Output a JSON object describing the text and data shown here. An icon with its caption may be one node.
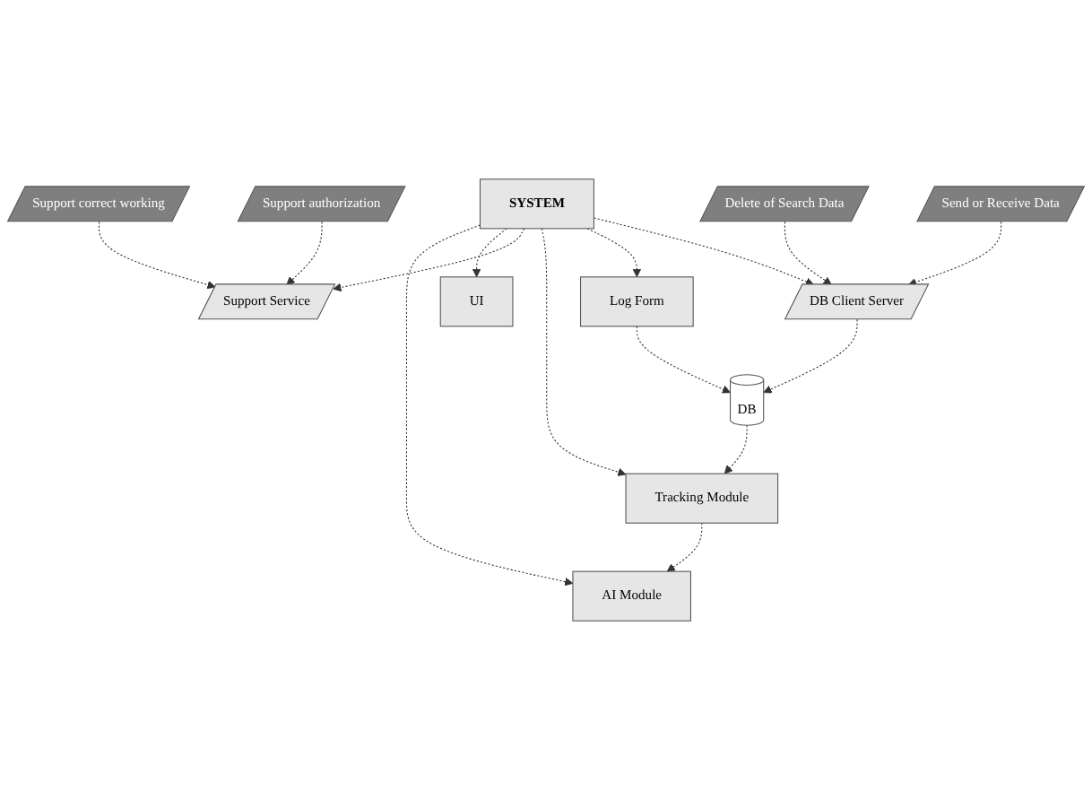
{
  "diagram": {
    "nodes": [
      {
        "text": [
          "UI"
        ]
      },
      {
        "text": [
          "AI Module"
        ]
      },
      {
        "text": [
          "Support correct working"
        ]
      },
      {
        "text": [
          "SYSTEM"
        ]
      },
      {
        "text": [
          "Support Service"
        ]
      },
      {
        "text": [
          "Support authorization"
        ]
      },
      {
        "text": [
          "Tracking Module"
        ]
      },
      {
        "text": [
          "Log Form"
        ]
      },
      {
        "text": [
          "Delete of Search Data"
        ]
      },
      {
        "text": [
          "DB Client Server"
        ]
      },
      {
        "text": [
          "Send or Receive Data"
        ]
      },
      {
        "text": [
          "DB"
        ]
      }
    ],
    "edges": [
      {
        "from": 3,
        "to": 1,
        "arrow": "to",
        "style": "dashed"
      },
      {
        "from": 3,
        "to": 0,
        "arrow": "to",
        "style": "dashed"
      },
      {
        "from": 3,
        "to": 4,
        "arrow": "to",
        "style": "dashed"
      },
      {
        "from": 3,
        "to": 6,
        "arrow": "to",
        "style": "dashed"
      },
      {
        "from": 3,
        "to": 7,
        "arrow": "to",
        "style": "dashed"
      },
      {
        "from": 3,
        "to": 9,
        "arrow": "to",
        "style": "dashed"
      },
      {
        "from": 2,
        "to": 4,
        "arrow": "to",
        "style": "dashed"
      },
      {
        "from": 5,
        "to": 4,
        "arrow": "to",
        "style": "dashed"
      },
      {
        "from": 6,
        "to": 1,
        "arrow": "to",
        "style": "dashed"
      },
      {
        "from": 7,
        "to": 11,
        "arrow": "to",
        "style": "dashed"
      },
      {
        "from": 11,
        "to": 6,
        "arrow": "to",
        "style": "dashed"
      },
      {
        "from": 9,
        "to": 11,
        "arrow": "to",
        "style": "dashed"
      },
      {
        "from": 8,
        "to": 9,
        "arrow": "to",
        "style": "dashed"
      },
      {
        "from": 10,
        "to": 9,
        "arrow": "to",
        "style": "dashed"
      }
    ]
  }
}
